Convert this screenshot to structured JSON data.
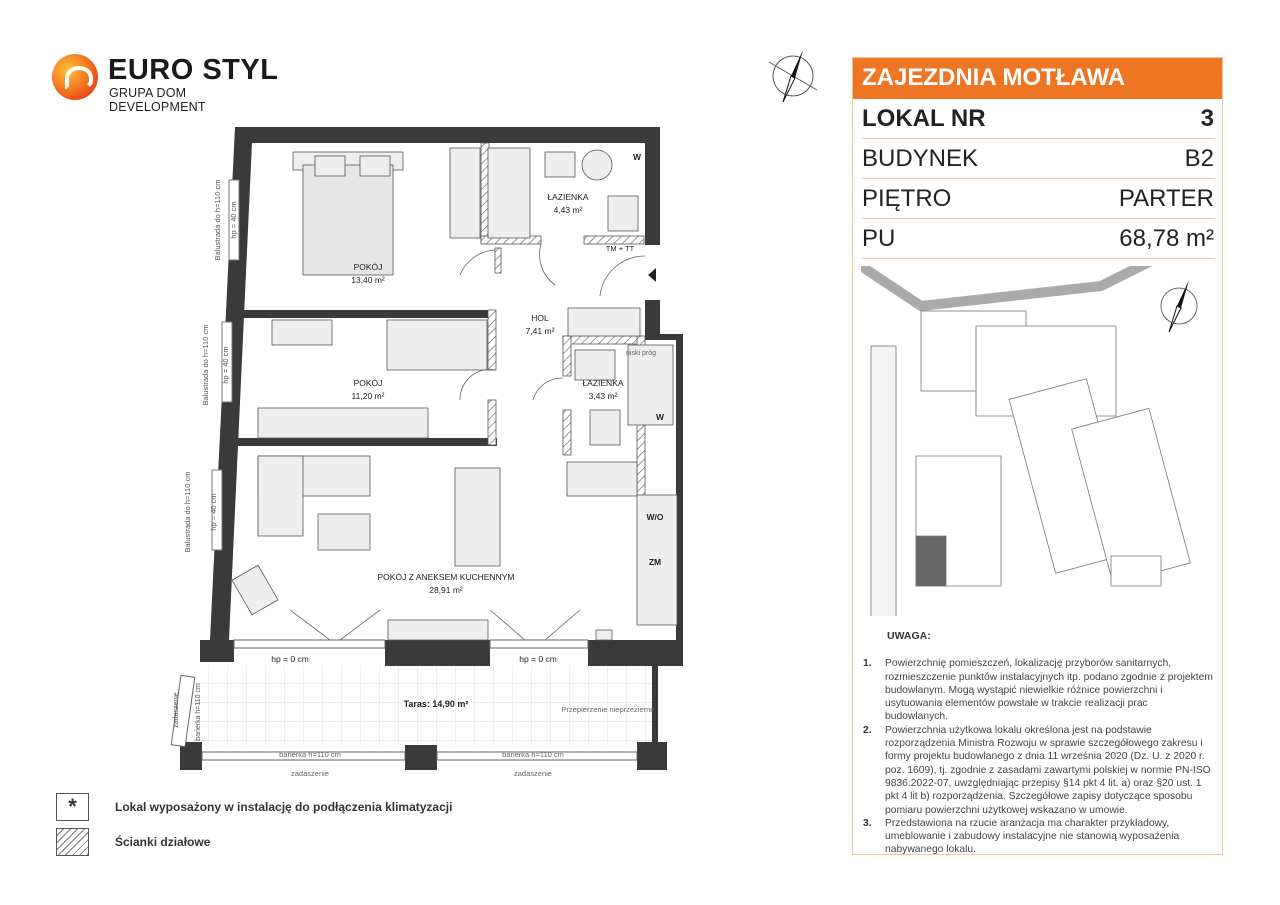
{
  "logo": {
    "brand": "EURO STYL",
    "subtitle": "GRUPA DOM DEVELOPMENT"
  },
  "panel": {
    "title": "ZAJEZDNIA MOTŁAWA",
    "rows": [
      {
        "label": "LOKAL NR",
        "value": "3"
      },
      {
        "label": "BUDYNEK",
        "value": "B2"
      },
      {
        "label": "PIĘTRO",
        "value": "PARTER"
      },
      {
        "label": "PU",
        "value": "68,78 m²"
      }
    ]
  },
  "notes": {
    "heading": "UWAGA:",
    "items": [
      {
        "num": "1.",
        "text": "Powierzchnię pomieszczeń, lokalizację przyborów sanitarnych, rozmieszczenie  punktów instalacyjnych itp. podano zgodnie z projektem budowlanym. Mogą wystąpić niewielkie różnice powierzchni i usytuowania elementów powstałe w trakcie realizacji prac budowlanych."
      },
      {
        "num": "2.",
        "text": "Powierzchnia użytkowa lokalu określona jest na podstawie rozporządzenia Ministra Rozwoju w sprawie szczegółowego zakresu i formy projektu budowlanego z dnia 11 września 2020 (Dz. U. z 2020 r. poz. 1609), tj. zgodnie z zasadami zawartymi polskiej w normie PN-ISO 9836:2022-07, uwzględniając przepisy §14 pkt 4 lit. a) oraz §20 ust. 1 pkt 4 lit b) rozporządzenia. Szczegółowe zapisy dotyczące sposobu pomiaru powierzchni użytkowej wskazano w umowie."
      },
      {
        "num": "3.",
        "text": "Przedstawiona na rzucie aranżacja ma charakter przykładowy, umeblowanie i zabudowy instalacyjne nie stanowią wyposażenia nabywanego lokalu."
      }
    ]
  },
  "legend": [
    {
      "symbol": "*",
      "text": "Lokal wyposażony w instalację do podłączenia klimatyzacji"
    },
    {
      "symbol": "",
      "text": "Ścianki działowe"
    }
  ],
  "plan": {
    "rooms": [
      {
        "name": "POKÓJ",
        "area": "13,40 m²"
      },
      {
        "name": "ŁAZIENKA",
        "area": "4,43 m²"
      },
      {
        "name": "HOL",
        "area": "7,41 m²"
      },
      {
        "name": "POKÓJ",
        "area": "11,20 m²"
      },
      {
        "name": "ŁAZIENKA",
        "area": "3,43 m²"
      },
      {
        "name": "POKÓJ Z ANEKSEM KUCHENNYM",
        "area": "28,91 m²"
      }
    ],
    "terrace": "Taras: 14,90 m²",
    "hp": "hp = 0 cm",
    "balustrada": "Balustrada do h=110 cm",
    "hp40": "hp = 40 cm",
    "zadaszenie": "zadaszenie",
    "barierka": "barierka h=110 cm",
    "przepierzenie": "Przepierzenie nieprzezierne",
    "niski_prog": "niski próg",
    "tm_tt": "TM + TT",
    "w": "W",
    "wo": "W/O",
    "zm": "ZM"
  }
}
